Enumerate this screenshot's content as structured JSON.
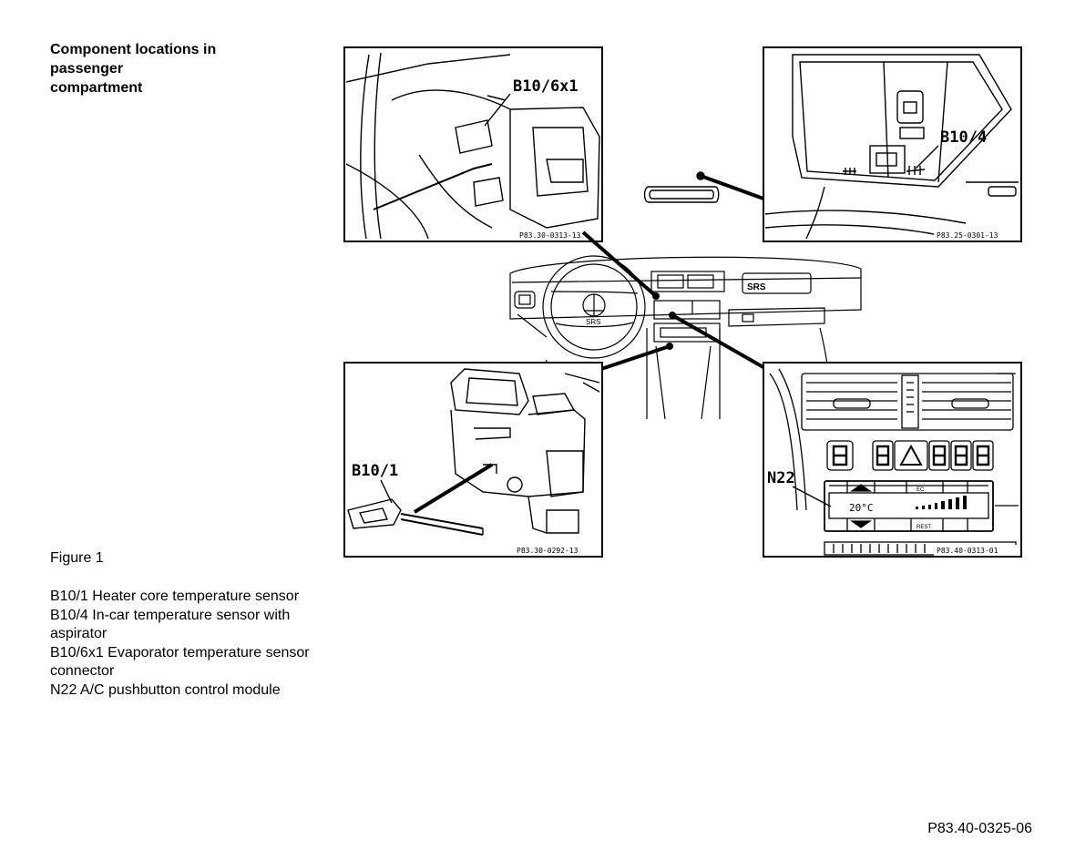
{
  "title": "Component locations in\npassenger\ncompartment",
  "figure_label": "Figure 1",
  "legend": [
    "B10/1 Heater core temperature sensor",
    "B10/4 In-car temperature sensor with aspirator",
    "B10/6x1 Evaporator temperature sensor connector",
    "N22 A/C pushbutton control module"
  ],
  "document_code": "P83.40-0325-06",
  "panels": {
    "top_left": {
      "callout": "B10/6x1",
      "code": "P83.30-0313-13"
    },
    "top_right": {
      "callout": "B10/4",
      "code": "P83.25-0301-13"
    },
    "bottom_left": {
      "callout": "B10/1",
      "code": "P83.30-0292-13"
    },
    "bottom_right": {
      "callout": "N22",
      "code": "P83.40-0313-01",
      "display_temp": "20°C",
      "buttons": [
        "EC",
        "REST"
      ]
    }
  },
  "dashboard": {
    "airbag_label": "SRS",
    "wheel_label": "SRS"
  }
}
